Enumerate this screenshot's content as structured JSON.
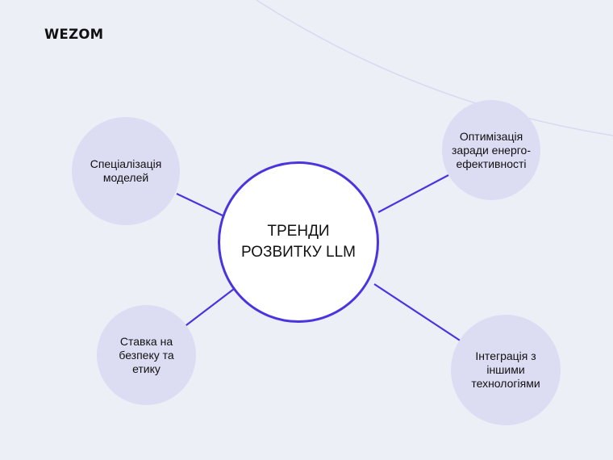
{
  "brand": {
    "logo_text": "WEZOM"
  },
  "diagram": {
    "center": {
      "label": "ТРЕНДИ РОЗВИТКУ LLM"
    },
    "nodes": [
      {
        "label": "Спеціалізація моделей"
      },
      {
        "label": "Оптимізація заради енерго-ефективності"
      },
      {
        "label": "Ставка на безпеку та етику"
      },
      {
        "label": "Інтеграція з іншими технологіями"
      }
    ]
  },
  "colors": {
    "background": "#edeff7",
    "accent": "#4a34e0",
    "node_fill": "#dcdcf3",
    "center_fill": "#ffffff",
    "text": "#111111",
    "decor_arc": "#d7d9ef"
  }
}
